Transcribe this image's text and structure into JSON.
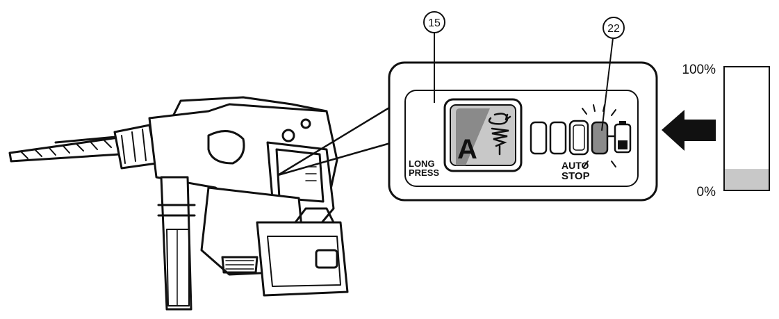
{
  "callouts": {
    "mode_button": "15",
    "battery_indicator": "22"
  },
  "panel": {
    "long_press": [
      "LONG",
      "PRESS"
    ],
    "mode_letter": "A",
    "auto_stop": [
      "AUTO",
      "STOP"
    ]
  },
  "gauge": {
    "top_label": "100%",
    "bottom_label": "0%",
    "level": 0.17
  },
  "colors": {
    "ink": "#111111",
    "gray_fill": "#9a9a9a",
    "light_fill": "#c8c8c8"
  },
  "icons": [
    "hammer-drill-icon",
    "rotation-spiral-icon",
    "battery-icon",
    "left-arrow-icon"
  ]
}
